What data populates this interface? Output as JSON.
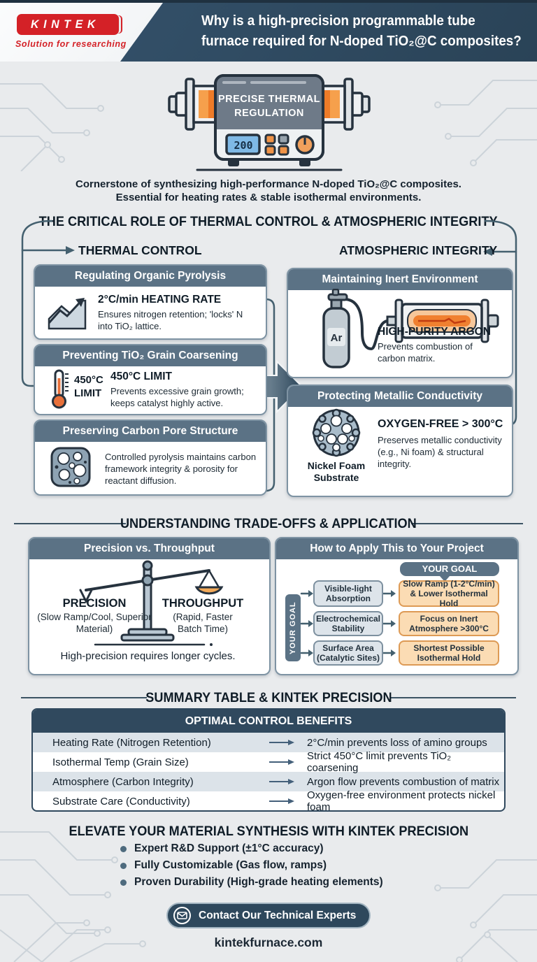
{
  "header": {
    "logo_text": "KINTEK",
    "logo_tagline": "Solution for researching",
    "title_line1": "Why is a high-precision programmable tube",
    "title_line2": "furnace required for N-doped TiO₂@C composites?"
  },
  "hero": {
    "device_label_line1": "PRECISE THERMAL",
    "device_label_line2": "REGULATION",
    "display_value": "200",
    "tagline_line1": "Cornerstone of synthesizing high-performance N-doped TiO₂@C composites.",
    "tagline_line2": "Essential for heating rates & stable isothermal environments."
  },
  "critical_role": {
    "title": "THE CRITICAL ROLE OF THERMAL CONTROL & ATMOSPHERIC INTEGRITY",
    "thermal_heading": "THERMAL CONTROL",
    "atmospheric_heading": "ATMOSPHERIC INTEGRITY",
    "thermal_cards": [
      {
        "title": "Regulating Organic Pyrolysis",
        "icon": "ramp-up-icon",
        "headline": "2°C/min HEATING RATE",
        "desc": "Ensures nitrogen retention; 'locks' N into TiO₂ lattice."
      },
      {
        "title": "Preventing TiO₂ Grain Coarsening",
        "icon": "thermometer-icon",
        "icon_label_line1": "450°C",
        "icon_label_line2": "LIMIT",
        "headline": "450°C LIMIT",
        "desc": "Prevents excessive grain growth; keeps catalyst highly active."
      },
      {
        "title": "Preserving Carbon Pore Structure",
        "icon": "porous-carbon-icon",
        "desc": "Controlled pyrolysis maintains carbon framework integrity & porosity for reactant diffusion."
      }
    ],
    "atmospheric_cards": [
      {
        "title": "Maintaining Inert Environment",
        "icon": "argon-gas-setup-icon",
        "cylinder_label": "Ar",
        "headline": "HIGH-PURITY ARGON",
        "desc": "Prevents combustion of carbon matrix."
      },
      {
        "title": "Protecting Metallic Conductivity",
        "icon": "nickel-foam-icon",
        "icon_caption": "Nickel Foam Substrate",
        "headline": "OXYGEN-FREE > 300°C",
        "desc": "Preserves metallic conductivity (e.g., Ni foam) & structural integrity."
      }
    ]
  },
  "tradeoffs": {
    "title": "UNDERSTANDING TRADE-OFFS & APPLICATION",
    "precision_card": {
      "title": "Precision vs. Throughput",
      "left_label": "PRECISION",
      "left_sub": "(Slow Ramp/Cool, Superior Material)",
      "right_label": "THROUGHPUT",
      "right_sub": "(Rapid, Faster Batch Time)",
      "caption": "High-precision requires longer cycles."
    },
    "apply_card": {
      "title": "How to Apply This to Your Project",
      "goal_pill": "YOUR GOAL",
      "goal_tab": "YOUR GOAL",
      "rows": [
        {
          "goal": "Visible-light Absorption",
          "action": "Slow Ramp (1-2°C/min) & Lower Isothermal Hold"
        },
        {
          "goal": "Electrochemical Stability",
          "action": "Focus on Inert Atmosphere >300°C"
        },
        {
          "goal": "Surface Area (Catalytic Sites)",
          "action": "Shortest Possible Isothermal Hold"
        }
      ]
    }
  },
  "summary": {
    "title": "SUMMARY TABLE & KINTEK PRECISION",
    "table_header": "OPTIMAL CONTROL BENEFITS",
    "rows": [
      {
        "label": "Heating Rate (Nitrogen Retention)",
        "benefit": "2°C/min prevents loss of amino groups"
      },
      {
        "label": "Isothermal Temp (Grain Size)",
        "benefit": "Strict 450°C limit prevents TiO₂ coarsening"
      },
      {
        "label": "Atmosphere (Carbon Integrity)",
        "benefit": "Argon flow prevents combustion of matrix"
      },
      {
        "label": "Substrate Care (Conductivity)",
        "benefit": "Oxygen-free environment protects nickel foam"
      }
    ]
  },
  "cta": {
    "title": "ELEVATE YOUR MATERIAL SYNTHESIS WITH KINTEK PRECISION",
    "bullets": [
      "Expert R&D Support (±1°C accuracy)",
      "Fully Customizable (Gas flow, ramps)",
      "Proven Durability (High-grade heating elements)"
    ],
    "button_label": "Contact Our Technical Experts",
    "website": "kintekfurnace.com"
  },
  "colors": {
    "brand_red": "#d42127",
    "header_navy": "#2e485c",
    "panel_slate": "#5b7285",
    "action_orange_fill": "#fbdcb4",
    "action_orange_border": "#dd9a55",
    "goal_gray_fill": "#dde4ea",
    "accent_orange": "#ee7b28"
  }
}
